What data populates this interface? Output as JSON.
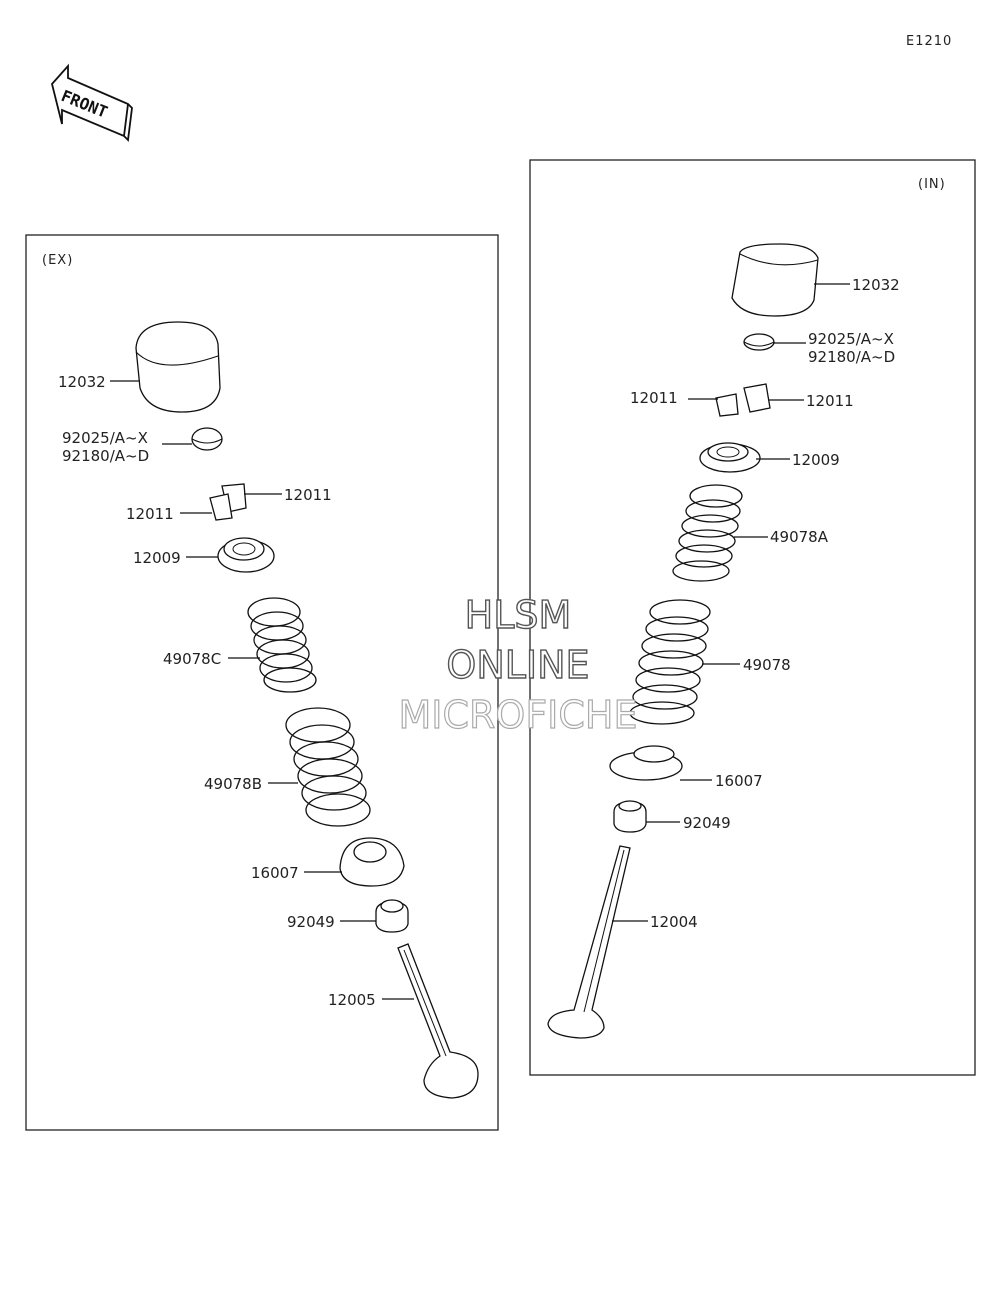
{
  "diagram_code": "E1210",
  "front_arrow": {
    "label": "FRONT"
  },
  "panels": {
    "exhaust": {
      "title": "(EX)",
      "labels": {
        "tappet": "12032",
        "shim_1": "92025/A~X",
        "shim_2": "92180/A~D",
        "cotter_right": "12011",
        "cotter_left": "12011",
        "retainer": "12009",
        "inner_spring": "49078C",
        "outer_spring": "49078B",
        "spring_seat": "16007",
        "stem_seal": "92049",
        "valve": "12005"
      }
    },
    "intake": {
      "title": "(IN)",
      "labels": {
        "tappet": "12032",
        "shim_1": "92025/A~X",
        "shim_2": "92180/A~D",
        "cotter_left": "12011",
        "cotter_right": "12011",
        "retainer": "12009",
        "inner_spring": "49078A",
        "outer_spring": "49078",
        "spring_seat": "16007",
        "stem_seal": "92049",
        "valve": "12004"
      }
    }
  },
  "watermark": {
    "line1": "HLSM",
    "line2": "ONLINE",
    "line3": "MICROFICHE"
  }
}
